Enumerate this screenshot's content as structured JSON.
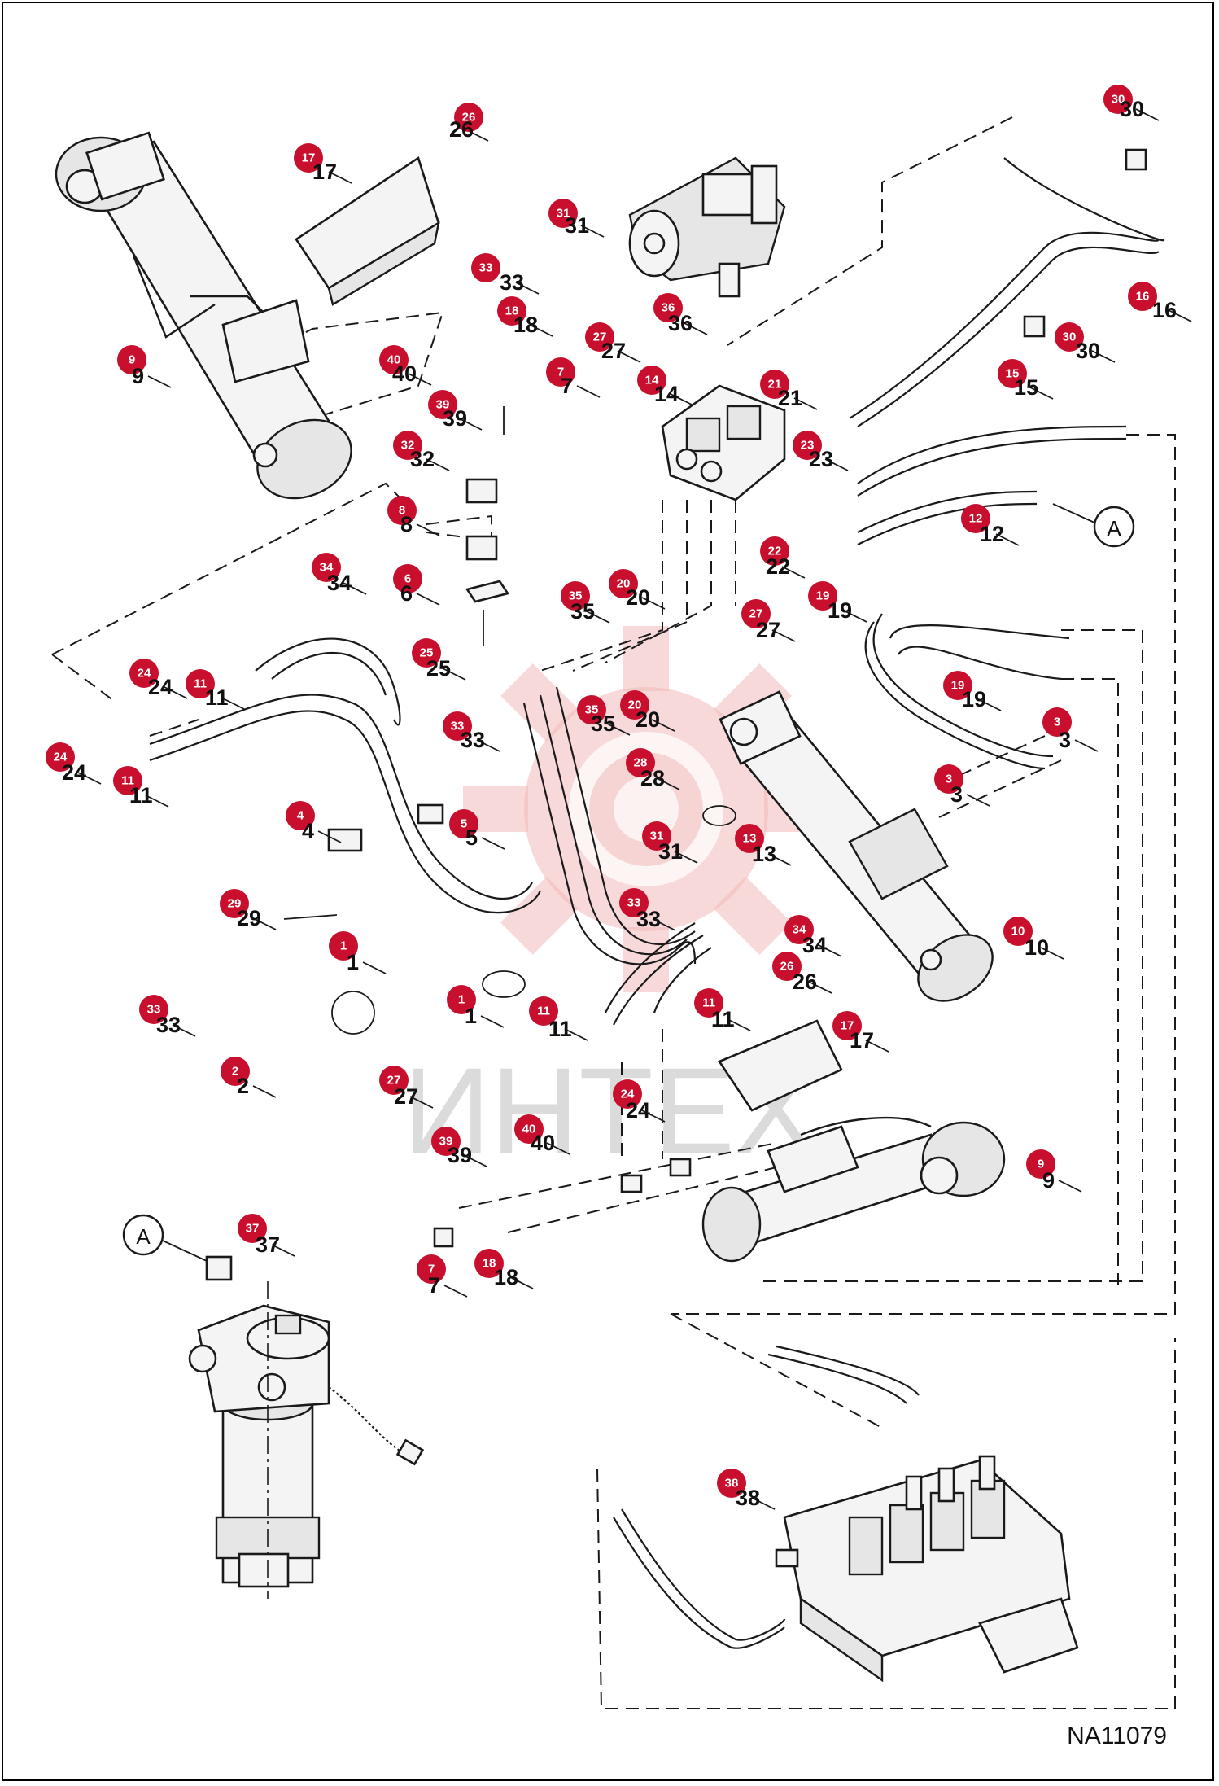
{
  "diagram_code": "NA11079",
  "watermark_text": "ИНТЕХ",
  "ref_markers": [
    {
      "name": "ref-a-upper",
      "label": "A"
    },
    {
      "name": "ref-a-lower",
      "label": "A"
    }
  ],
  "callouts": [
    {
      "number": "30"
    },
    {
      "number": "26"
    },
    {
      "number": "17"
    },
    {
      "number": "31"
    },
    {
      "number": "33"
    },
    {
      "number": "18"
    },
    {
      "number": "36"
    },
    {
      "number": "27"
    },
    {
      "number": "16"
    },
    {
      "number": "30"
    },
    {
      "number": "9"
    },
    {
      "number": "40"
    },
    {
      "number": "7"
    },
    {
      "number": "14"
    },
    {
      "number": "21"
    },
    {
      "number": "15"
    },
    {
      "number": "39"
    },
    {
      "number": "23"
    },
    {
      "number": "32"
    },
    {
      "number": "12"
    },
    {
      "number": "8"
    },
    {
      "number": "22"
    },
    {
      "number": "34"
    },
    {
      "number": "6"
    },
    {
      "number": "20"
    },
    {
      "number": "35"
    },
    {
      "number": "27"
    },
    {
      "number": "19"
    },
    {
      "number": "25"
    },
    {
      "number": "24"
    },
    {
      "number": "11"
    },
    {
      "number": "19"
    },
    {
      "number": "20"
    },
    {
      "number": "35"
    },
    {
      "number": "3"
    },
    {
      "number": "33"
    },
    {
      "number": "24"
    },
    {
      "number": "11"
    },
    {
      "number": "3"
    },
    {
      "number": "28"
    },
    {
      "number": "4"
    },
    {
      "number": "5"
    },
    {
      "number": "31"
    },
    {
      "number": "13"
    },
    {
      "number": "29"
    },
    {
      "number": "33"
    },
    {
      "number": "34"
    },
    {
      "number": "10"
    },
    {
      "number": "1"
    },
    {
      "number": "26"
    },
    {
      "number": "1"
    },
    {
      "number": "11"
    },
    {
      "number": "11"
    },
    {
      "number": "33"
    },
    {
      "number": "17"
    },
    {
      "number": "2"
    },
    {
      "number": "27"
    },
    {
      "number": "24"
    },
    {
      "number": "39"
    },
    {
      "number": "40"
    },
    {
      "number": "9"
    },
    {
      "number": "37"
    },
    {
      "number": "7"
    },
    {
      "number": "18"
    },
    {
      "number": "38"
    }
  ]
}
